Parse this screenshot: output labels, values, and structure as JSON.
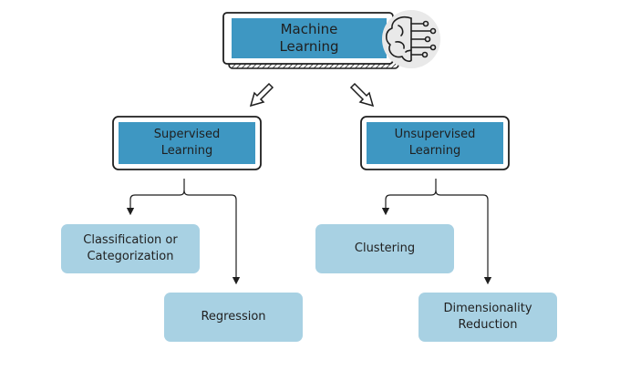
{
  "diagram": {
    "root": {
      "label": "Machine\nLearning",
      "icon": "brain-circuit-icon"
    },
    "branches": [
      {
        "label": "Supervised\nLearning",
        "children": [
          {
            "label": "Classification or\nCategorization"
          },
          {
            "label": "Regression"
          }
        ]
      },
      {
        "label": "Unsupervised\nLearning",
        "children": [
          {
            "label": "Clustering"
          },
          {
            "label": "Dimensionality\nReduction"
          }
        ]
      }
    ],
    "colors": {
      "node_primary": "#3e97c2",
      "node_leaf": "#a8d1e3",
      "outline": "#1e1e1e",
      "icon_circle": "#e9e9e9"
    }
  }
}
